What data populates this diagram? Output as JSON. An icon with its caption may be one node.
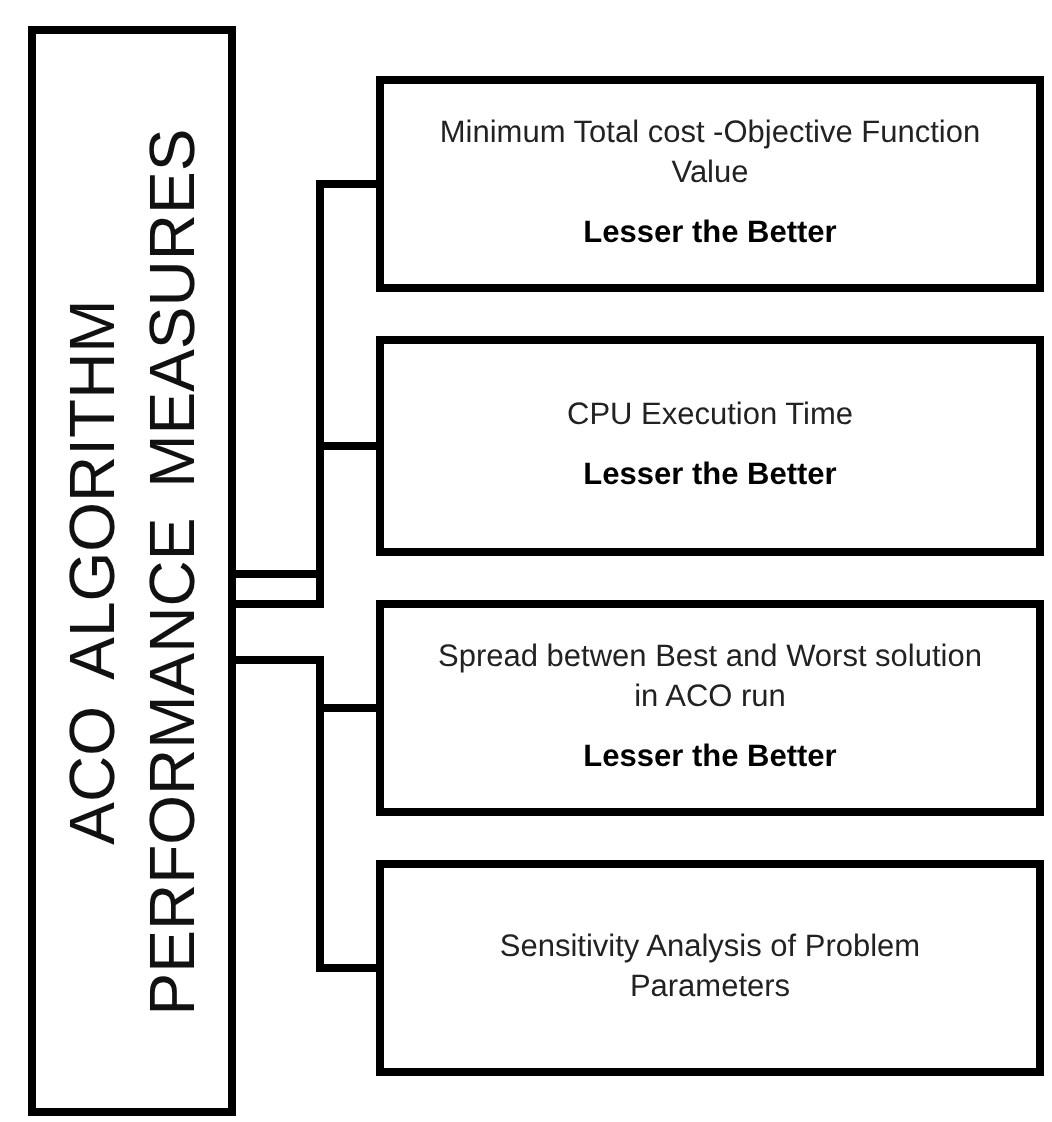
{
  "diagram": {
    "nodes": [
      {
        "text": [
          "ACO ALGORITHM PERFORMANCE MEASURES"
        ]
      },
      {
        "text": [
          "Minimum Total cost -Objective Function Value",
          "Lesser the Better"
        ]
      },
      {
        "text": [
          "CPU Execution Time",
          "Lesser the Better"
        ]
      },
      {
        "text": [
          "Spread betwen Best and Worst solution in ACO run",
          "Lesser the Better"
        ]
      },
      {
        "text": [
          "Sensitivity Analysis of Problem Parameters"
        ]
      }
    ],
    "edges": [
      {
        "from": 0,
        "to": 1,
        "arrow": "none"
      },
      {
        "from": 0,
        "to": 2,
        "arrow": "none"
      },
      {
        "from": 0,
        "to": 3,
        "arrow": "none"
      },
      {
        "from": 0,
        "to": 4,
        "arrow": "none"
      }
    ]
  }
}
